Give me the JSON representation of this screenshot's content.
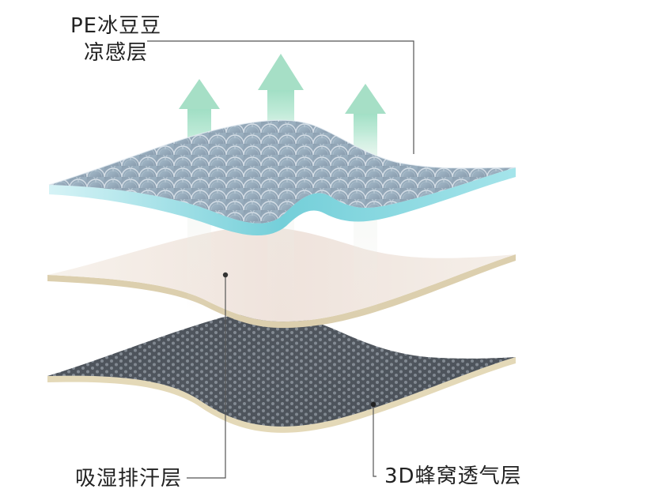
{
  "labels": {
    "top_line1": "PE冰豆豆",
    "top_line2": "凉感层",
    "left": "吸湿排汗层",
    "right": "3D蜂窝透气层"
  },
  "colors": {
    "top_layer": "#8fa2b3",
    "top_layer_edge": "#86d9e5",
    "middle_layer": "#f2ece6",
    "middle_edge": "#dccfae",
    "bottom_layer": "#4a4f56",
    "bottom_edge": "#e4d9b8",
    "arrow": "#9fdcc4",
    "leader_line": "#555555"
  },
  "icons": {
    "arrows": "up-arrow-icon"
  }
}
